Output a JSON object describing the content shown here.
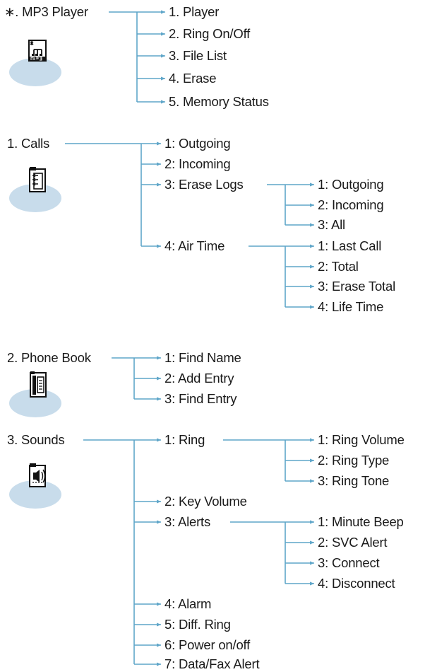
{
  "colors": {
    "line": "#5fa6c9",
    "disc": "#c8dceb",
    "text": "#1a1a1a"
  },
  "sections": [
    {
      "title": "∗. MP3 Player",
      "icon": "mp3-file-icon",
      "items": [
        "1. Player",
        "2. Ring On/Off",
        "3. File List",
        "4. Erase",
        "5. Memory Status"
      ]
    },
    {
      "title": "1. Calls",
      "icon": "call-log-icon",
      "items": [
        {
          "label": "1: Outgoing"
        },
        {
          "label": "2: Incoming"
        },
        {
          "label": "3: Erase Logs",
          "children": [
            "1: Outgoing",
            "2: Incoming",
            "3: All"
          ]
        },
        {
          "label": "4: Air Time",
          "children": [
            "1: Last Call",
            "2: Total",
            "3: Erase Total",
            "4: Life Time"
          ]
        }
      ]
    },
    {
      "title": "2. Phone Book",
      "icon": "phone-book-icon",
      "items": [
        "1: Find Name",
        "2: Add Entry",
        "3: Find Entry"
      ]
    },
    {
      "title": "3. Sounds",
      "icon": "sounds-icon",
      "items": [
        {
          "label": "1: Ring",
          "children": [
            "1: Ring Volume",
            "2: Ring Type",
            "3: Ring Tone"
          ]
        },
        {
          "label": "2: Key Volume"
        },
        {
          "label": "3: Alerts",
          "children": [
            "1: Minute Beep",
            "2: SVC Alert",
            "3: Connect",
            "4: Disconnect"
          ]
        },
        {
          "label": "4: Alarm"
        },
        {
          "label": "5: Diff. Ring"
        },
        {
          "label": "6: Power on/off"
        },
        {
          "label": "7: Data/Fax Alert"
        }
      ]
    }
  ]
}
